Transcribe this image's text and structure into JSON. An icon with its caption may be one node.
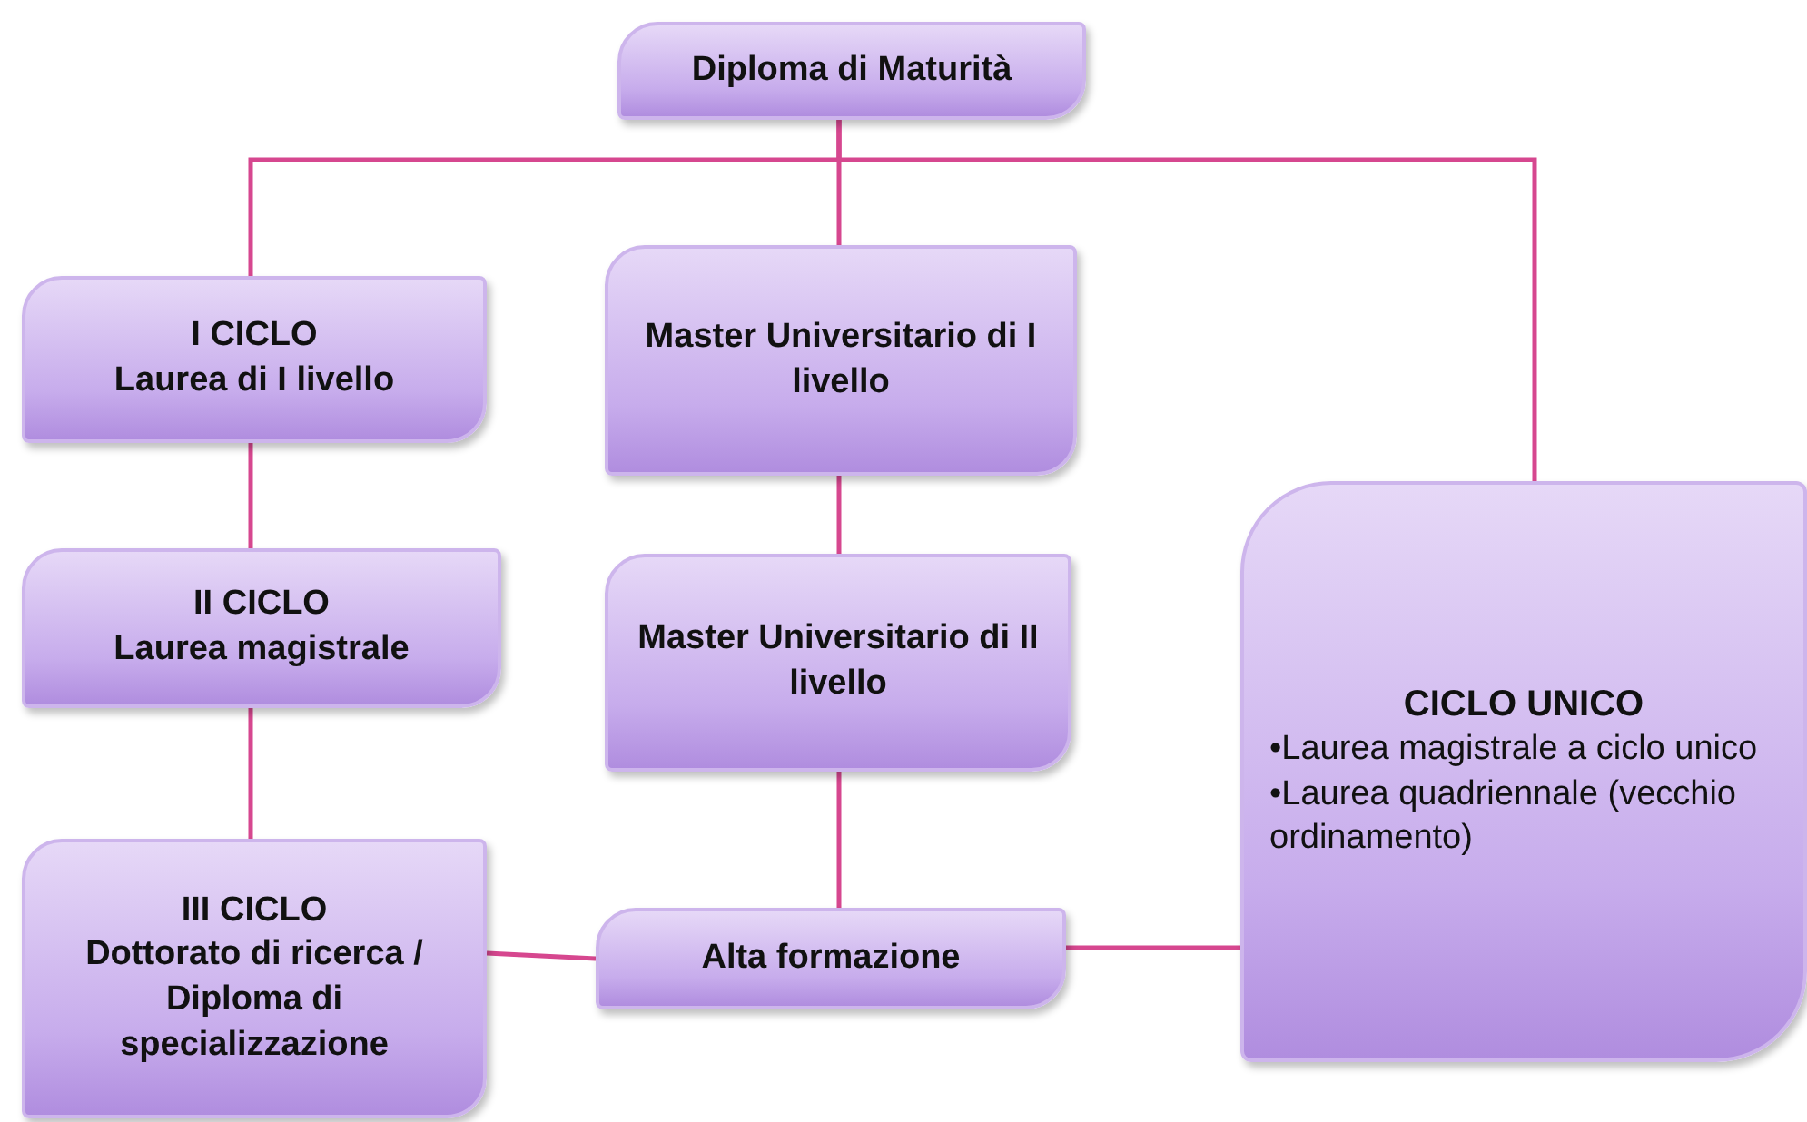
{
  "diagram": {
    "nodes": [
      {
        "text": [
          "Diploma di Maturità"
        ]
      },
      {
        "text": [
          "I CICLO",
          "Laurea di I livello"
        ]
      },
      {
        "text": [
          "Master Universitario di I livello"
        ]
      },
      {
        "text": [
          "II CICLO",
          "Laurea magistrale"
        ]
      },
      {
        "text": [
          "Master Universitario di II livello"
        ]
      },
      {
        "text": [
          "CICLO UNICO",
          "•Laurea magistrale a ciclo unico",
          "•Laurea quadriennale (vecchio ordinamento)"
        ]
      },
      {
        "text": [
          "III CICLO",
          "Dottorato di ricerca / Diploma di specializzazione"
        ]
      },
      {
        "text": [
          "Alta formazione"
        ]
      }
    ],
    "edges": [
      {
        "from": 0,
        "to": 1,
        "arrow": "none"
      },
      {
        "from": 0,
        "to": 2,
        "arrow": "none"
      },
      {
        "from": 0,
        "to": 5,
        "arrow": "none"
      },
      {
        "from": 1,
        "to": 3,
        "arrow": "none"
      },
      {
        "from": 3,
        "to": 6,
        "arrow": "none"
      },
      {
        "from": 2,
        "to": 4,
        "arrow": "none"
      },
      {
        "from": 4,
        "to": 7,
        "arrow": "none"
      },
      {
        "from": 7,
        "to": 6,
        "arrow": "none"
      },
      {
        "from": 7,
        "to": 5,
        "arrow": "none"
      }
    ]
  }
}
